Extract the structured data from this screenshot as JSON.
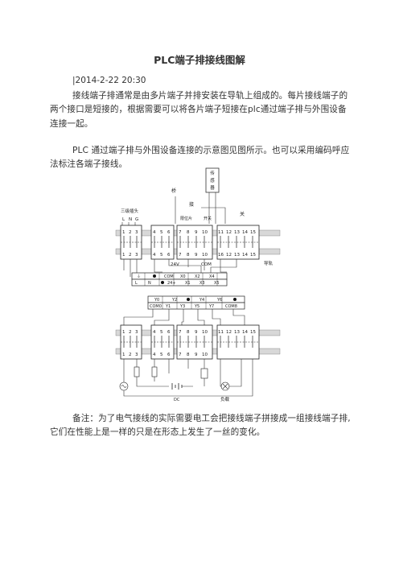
{
  "doc": {
    "title": "PLC端子排接线图解",
    "meta": "|2014-2-22 20:30",
    "paragraphs": [
      "接线端子排通常是由多片端子并排安装在导轨上组成的。每片接线端子的两个接口是短接的，根据需要可以将各片端子短接在plc通过端子排与外围设备连接一起。",
      "PLC 通过端子排与外围设备连接的示意图见图所示。也可以采用编码呼应法标注各端子接线。",
      "备注：为了电气接线的实际需要电工会把接线端子拼接成一组接线端子排,它们在性能上是一样的只是在形态上发生了一丝的变化。"
    ]
  },
  "figure": {
    "labels": {
      "sensor": "传感器",
      "sensor_l1": "传",
      "sensor_l2": "感",
      "sensor_l3": "器",
      "qiao": "桥",
      "kai": "关",
      "jie": "接",
      "switch": "开关",
      "limit": "限位片",
      "plug": "三级插头",
      "l": "L",
      "n": "N",
      "g": "G",
      "rail": "导轨",
      "v24": "24V",
      "com": "COM",
      "plc_top": [
        "COM",
        "X0",
        "X2",
        "X4"
      ],
      "plc_bot": [
        "L",
        "N",
        "24+",
        "X1",
        "X3",
        "X5"
      ],
      "out_top": [
        "Y0",
        "Y2",
        "Y4",
        "Y6"
      ],
      "out_bot": [
        "COM0",
        "Y1",
        "Y3",
        "Y5",
        "Y7",
        "COM8"
      ],
      "dc": "DC",
      "load": "负载"
    },
    "top_block1": [
      "1",
      "2",
      "3"
    ],
    "top_block2": [
      "4",
      "5",
      "6"
    ],
    "top_block3": [
      "7",
      "8",
      "9",
      "10"
    ],
    "top_block4": [
      "11",
      "12",
      "13",
      "14",
      "15"
    ],
    "top_block4_low": [
      "16",
      "12",
      "13",
      "14",
      "15"
    ]
  }
}
